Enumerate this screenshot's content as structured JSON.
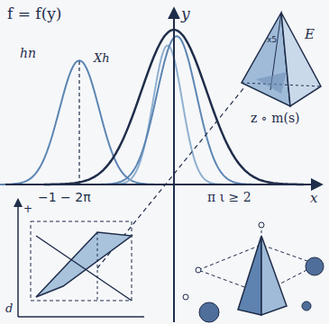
{
  "diagram": {
    "labels": [
      "f = f(y)",
      "hn",
      "Xh",
      "y",
      "E",
      "x5",
      "z ∘ m(s)",
      "−1 − 2π",
      "π ι ≥ 2",
      "x",
      "+",
      "d"
    ]
  }
}
